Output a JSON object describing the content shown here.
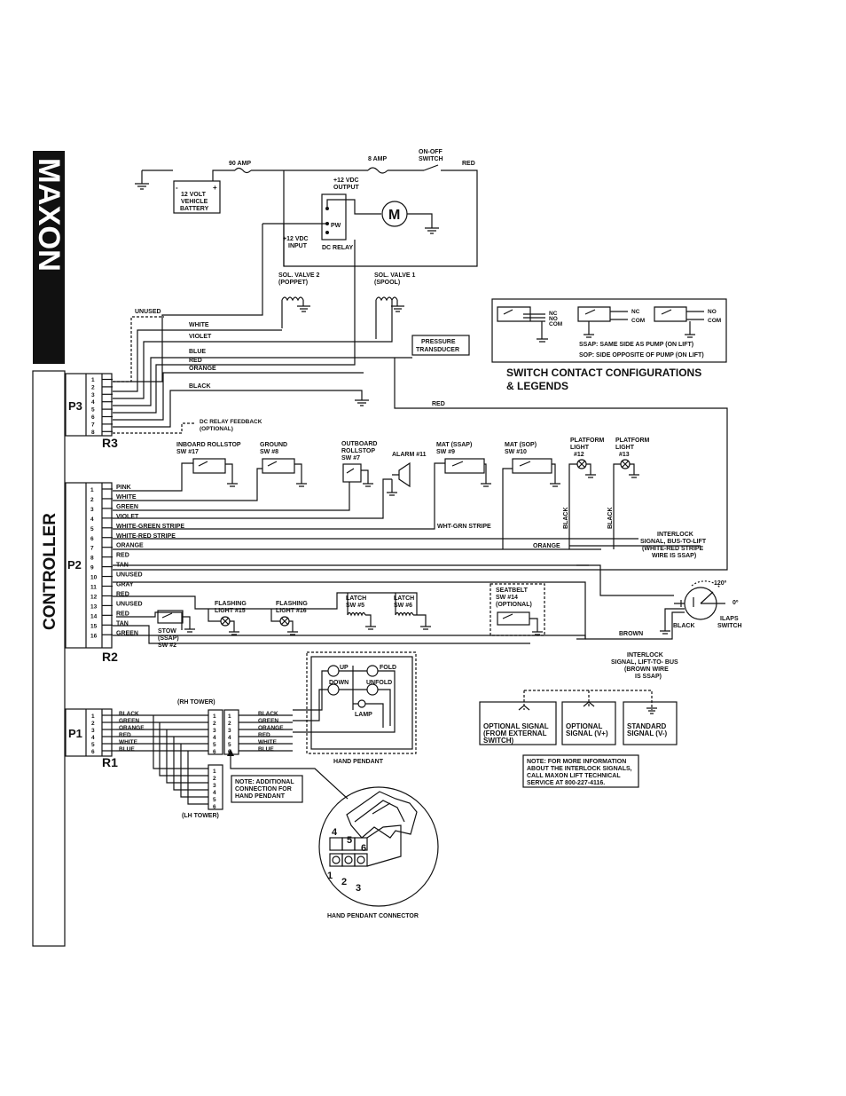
{
  "brand": "MAXON",
  "controller_label": "CONTROLLER",
  "power": {
    "battery": [
      "12 VOLT",
      "VEHICLE",
      "BATTERY"
    ],
    "battery_minus": "-",
    "battery_plus": "+",
    "fuse_90": "90 AMP",
    "fuse_8": "8 AMP",
    "onoff": [
      "ON-OFF",
      "SWITCH"
    ],
    "red": "RED",
    "output": [
      "+12 VDC",
      "OUTPUT"
    ],
    "input": [
      "+12 VDC",
      "INPUT"
    ],
    "pw": "PW",
    "relay": "DC RELAY",
    "motor": "M"
  },
  "valves": {
    "v2": [
      "SOL. VALVE 2",
      "(POPPET)"
    ],
    "v1": [
      "SOL. VALVE 1",
      "(SPOOL)"
    ]
  },
  "pressure": [
    "PRESSURE",
    "TRANSDUCER"
  ],
  "p3": {
    "label": "P3",
    "r": "R3",
    "pins": [
      "1",
      "2",
      "3",
      "4",
      "5",
      "6",
      "7",
      "8"
    ],
    "unused": "UNUSED",
    "wires": [
      "WHITE",
      "VIOLET",
      "BLUE",
      "RED",
      "ORANGE",
      "BLACK"
    ],
    "feedback": [
      "DC RELAY FEEDBACK",
      "(OPTIONAL)"
    ],
    "red_line": "RED"
  },
  "legend": {
    "nc": "NC",
    "no": "NO",
    "com": "COM",
    "ssap": "SSAP: SAME SIDE AS PUMP (ON LIFT)",
    "sop": "SOP:  SIDE OPPOSITE OF PUMP (ON LIFT)",
    "title1": "SWITCH CONTACT CONFIGURATIONS",
    "title2": "& LEGENDS"
  },
  "p2": {
    "label": "P2",
    "r": "R2",
    "pins": [
      "1",
      "2",
      "3",
      "4",
      "5",
      "6",
      "7",
      "8",
      "9",
      "10",
      "11",
      "12",
      "13",
      "14",
      "15",
      "16"
    ],
    "wires": [
      "PINK",
      "WHITE",
      "GREEN",
      "VIOLET",
      "WHITE-GREEN STRIPE",
      "WHITE-RED STRIPE",
      "ORANGE",
      "RED",
      "TAN",
      "UNUSED",
      "GRAY",
      "RED",
      "UNUSED",
      "RED",
      "TAN",
      "GREEN"
    ],
    "switches": {
      "inboard": [
        "INBOARD ROLLSTOP",
        "SW #17"
      ],
      "ground": [
        "GROUND",
        "SW #8"
      ],
      "outboard": [
        "OUTBOARD",
        "ROLLSTOP",
        "SW #7"
      ],
      "alarm": "ALARM #11",
      "mat_ssap": [
        "MAT (SSAP)",
        "SW #9"
      ],
      "mat_sop": [
        "MAT (SOP)",
        "SW #10"
      ],
      "plat12": [
        "PLATFORM",
        "LIGHT",
        "#12"
      ],
      "plat13": [
        "PLATFORM",
        "LIGHT",
        "#13"
      ],
      "flash15": [
        "FLASHING",
        "LIGHT #15"
      ],
      "flash16": [
        "FLASHING",
        "LIGHT #16"
      ],
      "latch5": [
        "LATCH",
        "SW #5"
      ],
      "latch6": [
        "LATCH",
        "SW #6"
      ],
      "seatbelt": [
        "SEATBELT",
        "SW #14",
        "(OPTIONAL)"
      ],
      "stow": [
        "STOW",
        "(SSAP)",
        "SW #2"
      ]
    },
    "wgs": "WHT-GRN STRIPE",
    "orange": "ORANGE",
    "black": "BLACK",
    "interlock1": [
      "INTERLOCK",
      "SIGNAL, BUS-TO-LIFT",
      "(WHITE-RED STRIPE",
      "WIRE IS SSAP)"
    ],
    "ilaps": [
      "ILAPS",
      "SWITCH"
    ],
    "deg120": "120º",
    "deg0": "0º",
    "brown": "BROWN",
    "interlock2": [
      "INTERLOCK",
      "SIGNAL, LIFT-TO- BUS",
      "(BROWN WIRE",
      "IS SSAP)"
    ]
  },
  "optional": {
    "sig1": [
      "OPTIONAL SIGNAL",
      "(FROM EXTERNAL",
      "SWITCH)"
    ],
    "sig2": [
      "OPTIONAL",
      "SIGNAL (V+)"
    ],
    "sig3": [
      "STANDARD",
      "SIGNAL (V-)"
    ]
  },
  "note_interlock": [
    "NOTE: FOR MORE INFORMATION",
    "ABOUT THE INTERLOCK SIGNALS,",
    "CALL MAXON LIFT TECHNICAL",
    "SERVICE AT 800-227-4116."
  ],
  "p1": {
    "label": "P1",
    "r": "R1",
    "pins": [
      "1",
      "2",
      "3",
      "4",
      "5",
      "6"
    ],
    "wires": [
      "BLACK",
      "GREEN",
      "ORANGE",
      "RED",
      "WHITE",
      "BLUE"
    ],
    "rh": "(RH TOWER)",
    "lh": "(LH TOWER)"
  },
  "pendant": {
    "up": "UP",
    "fold": "FOLD",
    "down": "DOWN",
    "unfold": "UNFOLD",
    "lamp": "LAMP",
    "label": "HAND PENDANT",
    "note": [
      "NOTE: ADDITIONAL",
      "CONNECTION FOR",
      "HAND PENDANT"
    ],
    "connector": "HAND PENDANT CONNECTOR",
    "pins": [
      "1",
      "2",
      "3",
      "4",
      "5",
      "6"
    ]
  }
}
